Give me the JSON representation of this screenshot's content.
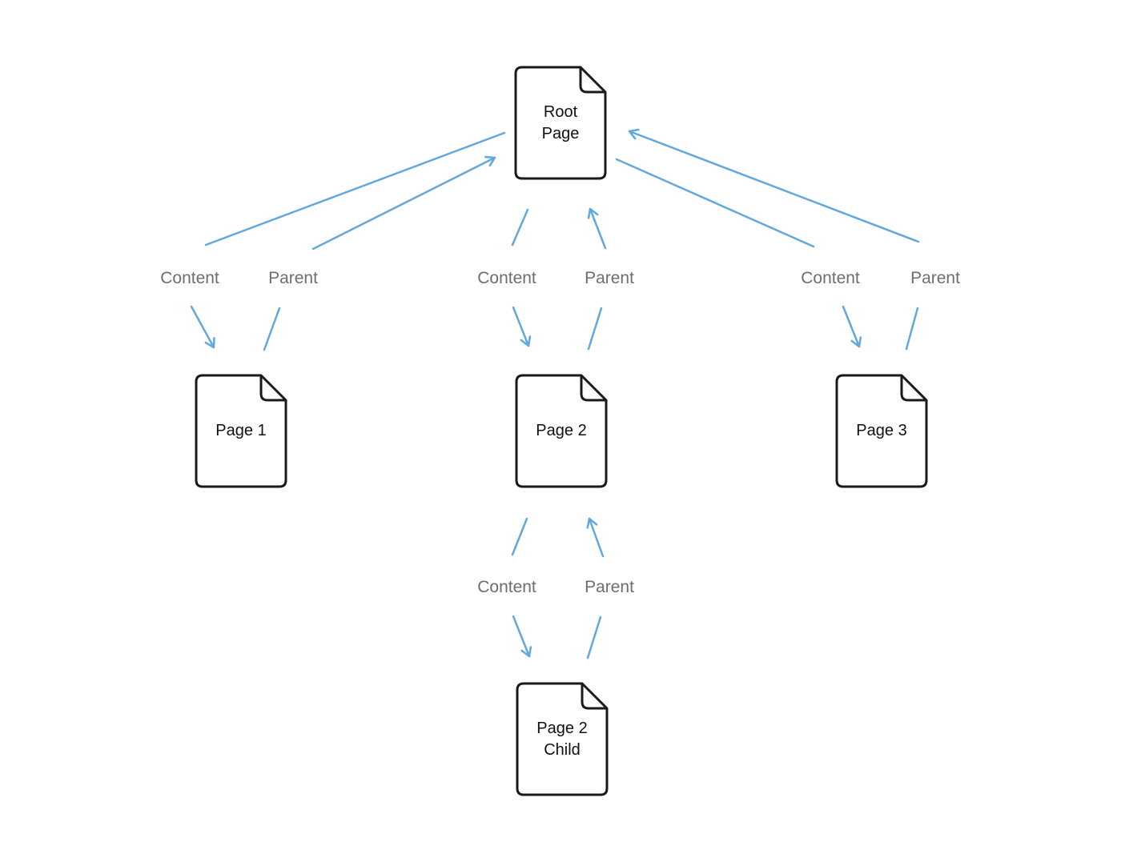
{
  "colors": {
    "arrow": "#62A8DC",
    "edge_label_text": "#6E6E6E",
    "node_border": "#1A1A1A",
    "node_text": "#111111",
    "background": "#FFFFFF"
  },
  "nodes": {
    "root": {
      "label": "Root Page"
    },
    "page1": {
      "label": "Page 1"
    },
    "page2": {
      "label": "Page 2"
    },
    "page3": {
      "label": "Page 3"
    },
    "page2_child": {
      "label": "Page 2 Child"
    }
  },
  "edge_labels": {
    "root_page1": {
      "content": "Content",
      "parent": "Parent"
    },
    "root_page2": {
      "content": "Content",
      "parent": "Parent"
    },
    "root_page3": {
      "content": "Content",
      "parent": "Parent"
    },
    "page2_child": {
      "content": "Content",
      "parent": "Parent"
    }
  }
}
